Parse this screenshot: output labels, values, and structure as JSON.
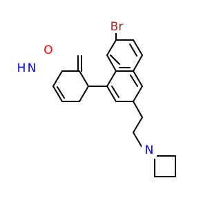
{
  "molecule": {
    "atoms": {
      "br": {
        "symbol": "Br",
        "color": "#a52a2a"
      },
      "o": {
        "symbol": "O",
        "color": "#ff0000"
      },
      "nh": {
        "symbol": "N",
        "h": "H",
        "color": "#0000ff"
      },
      "n": {
        "symbol": "N",
        "color": "#0000ff"
      }
    }
  }
}
